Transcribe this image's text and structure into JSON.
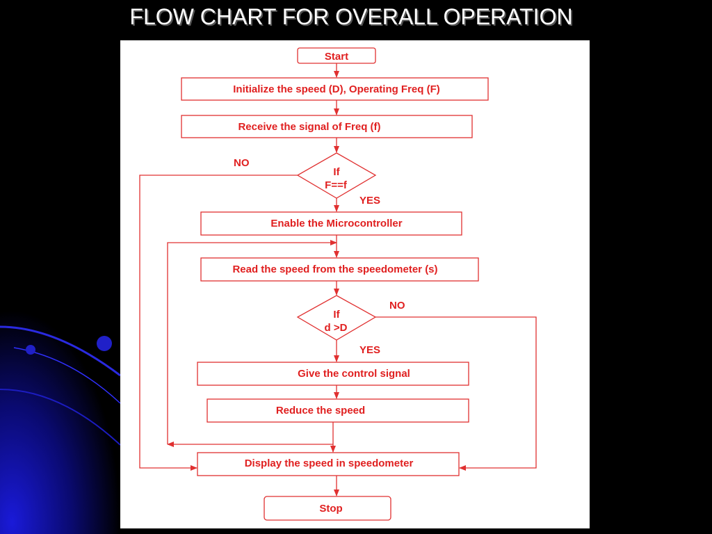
{
  "slide": {
    "title": "FLOW CHART FOR OVERALL OPERATION"
  },
  "colors": {
    "background": "#000000",
    "panel": "#ffffff",
    "flow_line": "#e03030",
    "flow_text": "#e02020",
    "decor_blue": "#1a1ad8"
  },
  "flowchart": {
    "nodes": {
      "start": "Start",
      "init": "Initialize the speed (D), Operating Freq (F)",
      "receive": "Receive the signal of Freq (f)",
      "decision1_line1": "If",
      "decision1_line2": "F==f",
      "enable": "Enable the Microcontroller",
      "read": "Read the speed from the speedometer (s)",
      "decision2_line1": "If",
      "decision2_line2": "d >D",
      "control": "Give the control signal",
      "reduce": "Reduce the speed",
      "display": "Display the speed in speedometer",
      "stop": "Stop"
    },
    "edge_labels": {
      "d1_no": "NO",
      "d1_yes": "YES",
      "d2_no": "NO",
      "d2_yes": "YES"
    }
  }
}
